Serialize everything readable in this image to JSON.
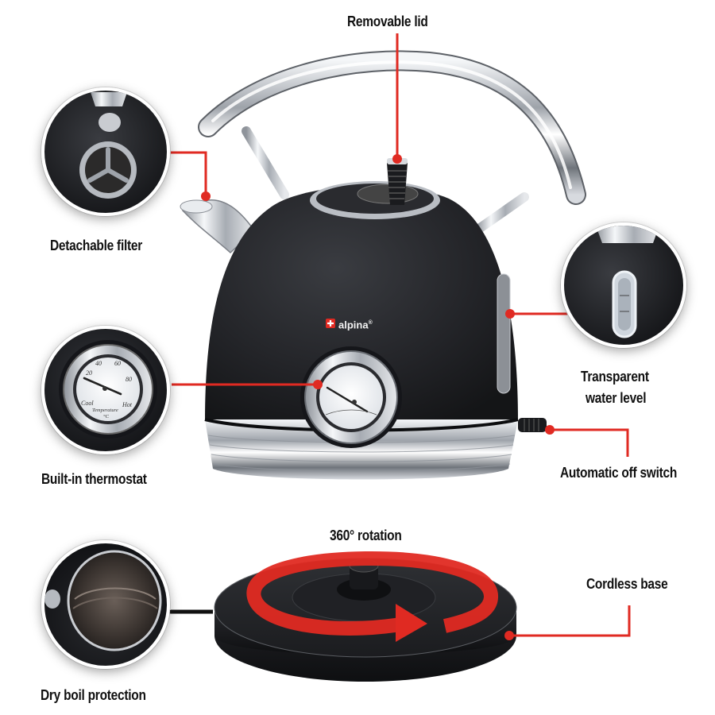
{
  "callouts": {
    "removable_lid": "Removable lid",
    "detachable_filter": "Detachable filter",
    "transparent_water_level_line1": "Transparent",
    "transparent_water_level_line2": "water level",
    "builtin_thermostat": "Built-in thermostat",
    "automatic_off_switch": "Automatic off switch",
    "rotation": "360° rotation",
    "cordless_base": "Cordless base",
    "dry_boil_protection": "Dry boil protection"
  },
  "brand": {
    "name": "alpina",
    "registered": "®"
  },
  "thermometer": {
    "ticks": [
      "20",
      "40",
      "60",
      "80"
    ],
    "cool": "Cool",
    "hot": "Hot",
    "caption": "Temperature",
    "unit": "°C"
  },
  "colors": {
    "accent_red": "#e02a22",
    "kettle_body": "#1f2023",
    "chrome": "#c9ccd1",
    "background": "#ffffff"
  }
}
